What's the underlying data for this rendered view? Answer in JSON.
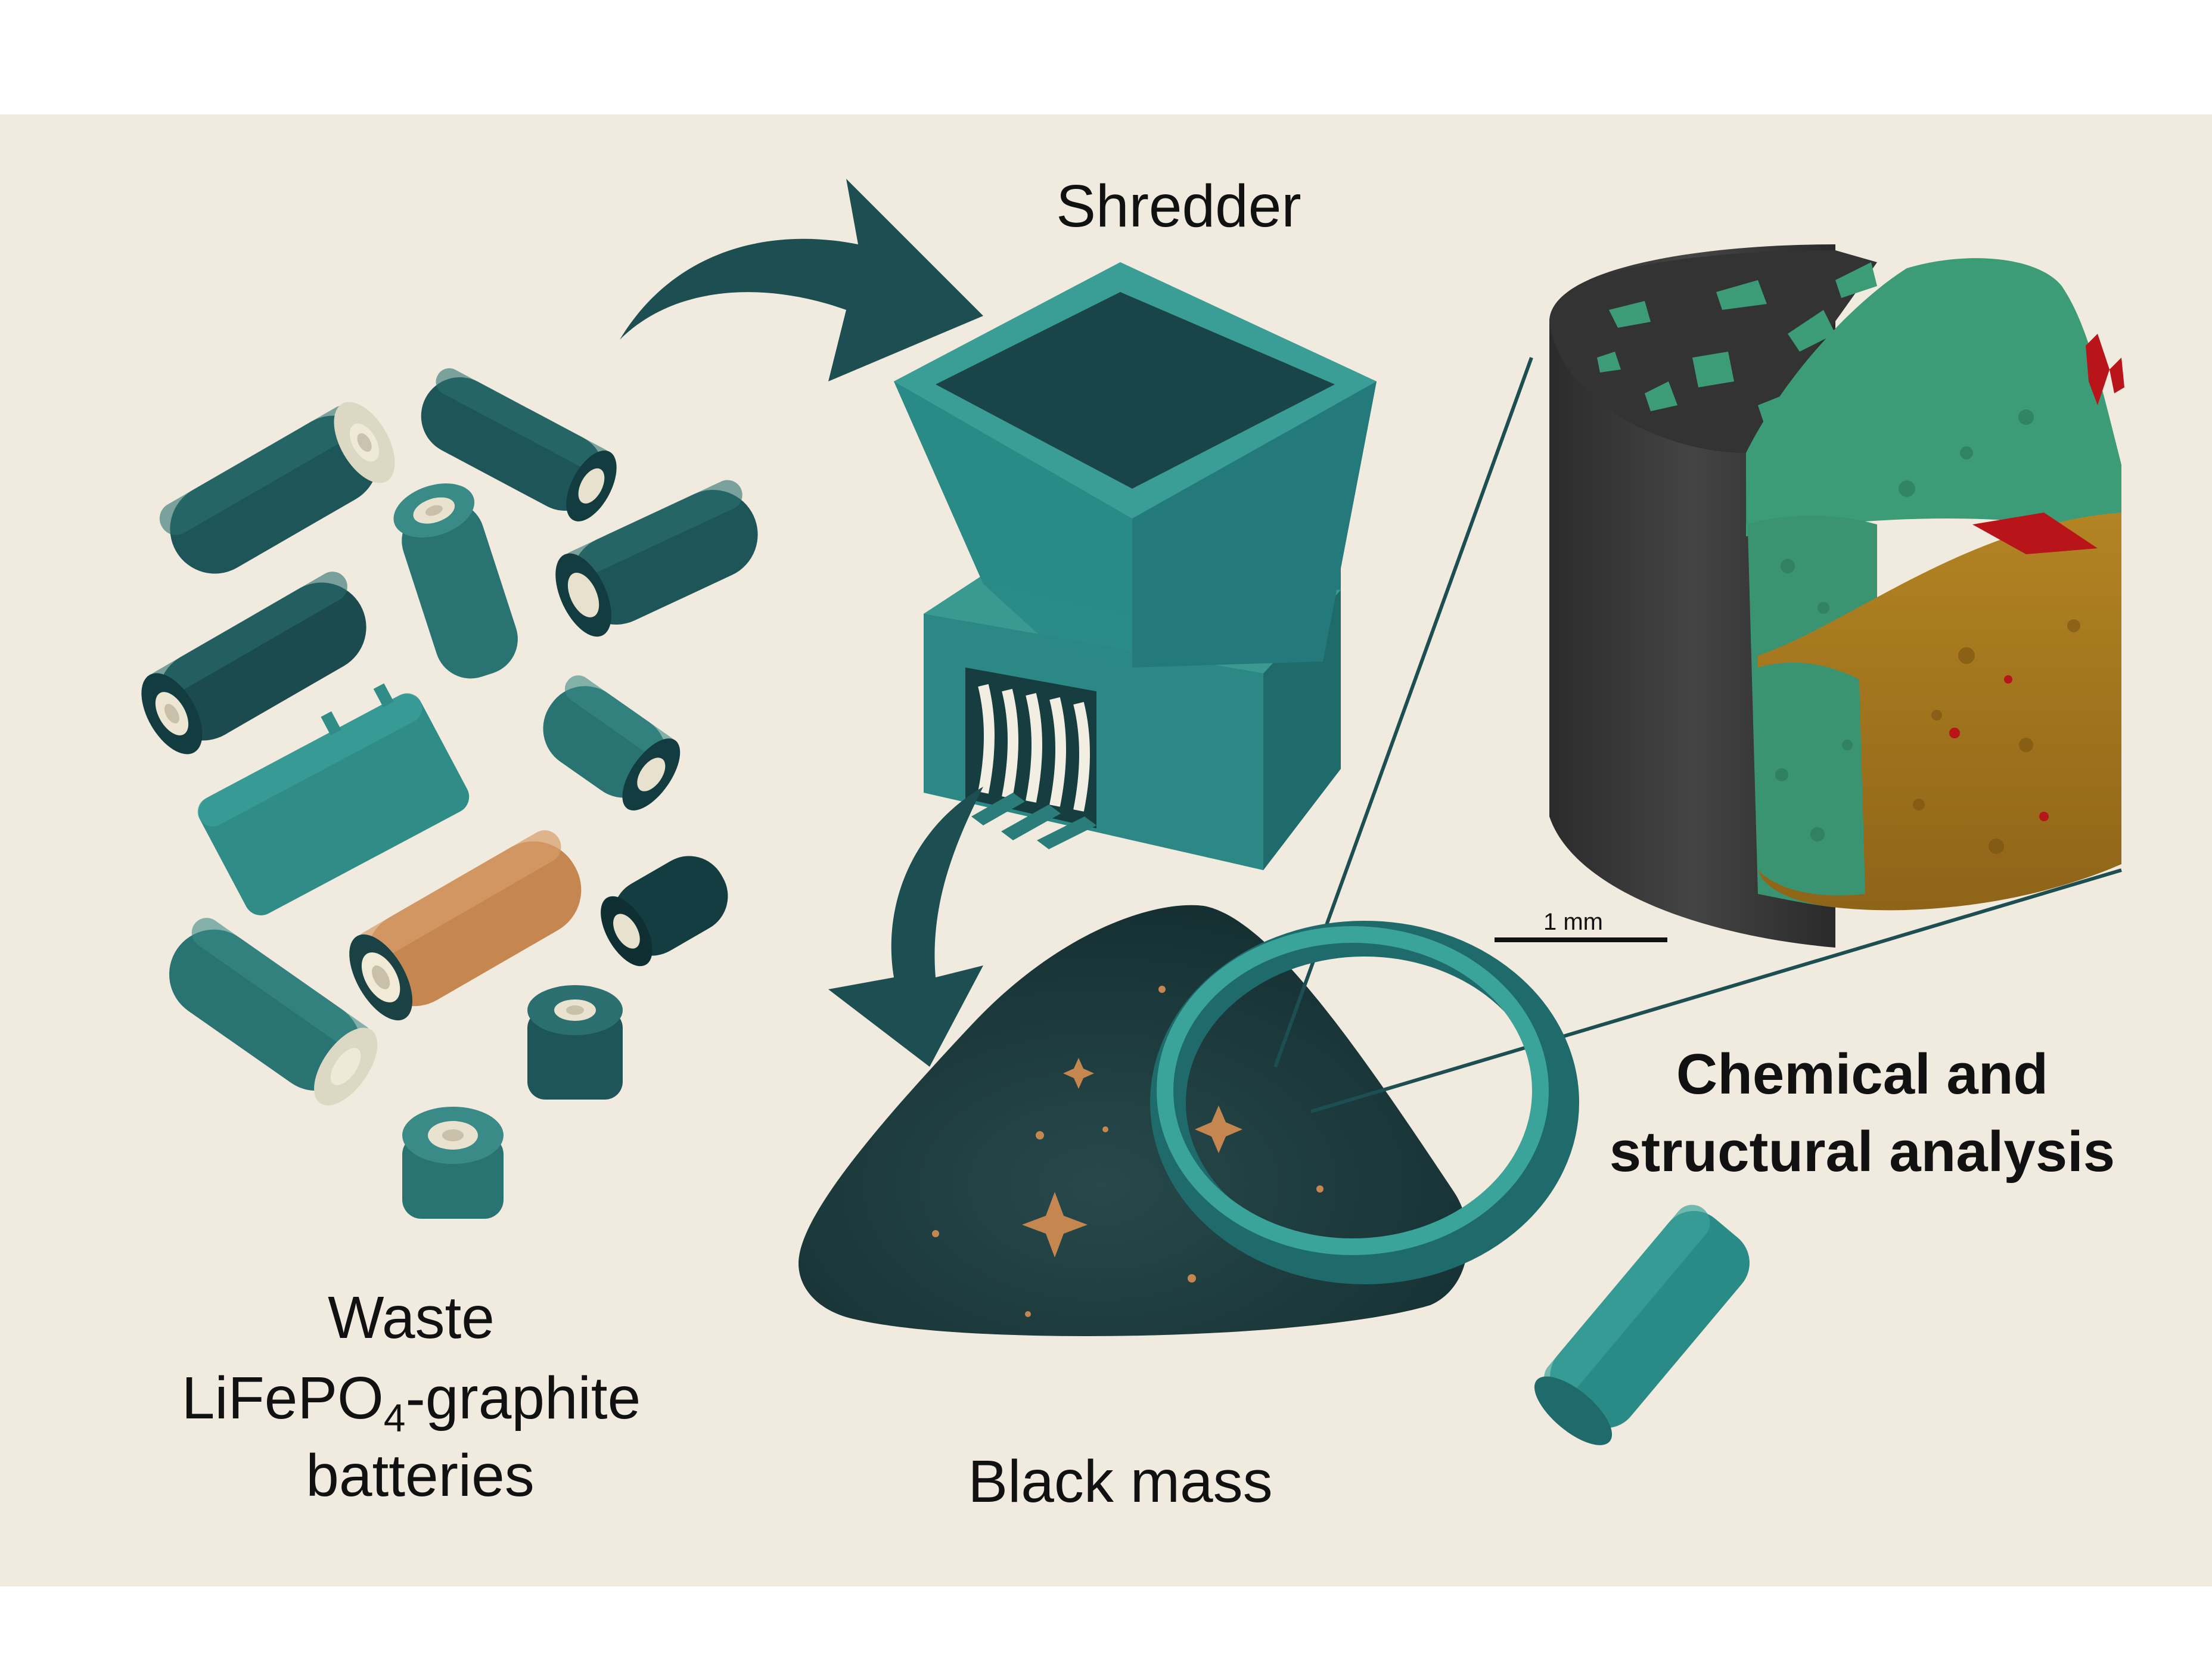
{
  "labels": {
    "shredder": "Shredder",
    "waste_line1": "Waste",
    "waste_line2_prefix": "LiFePO",
    "waste_line2_subscript": "4",
    "waste_line2_suffix": "-graphite",
    "waste_line3": "batteries",
    "black_mass": "Black mass",
    "analysis_line1": "Chemical and",
    "analysis_line2": "structural analysis",
    "scale_bar": "1 mm"
  },
  "colors": {
    "background": "#f1ebdf",
    "teal_dark": "#1c4e52",
    "teal": "#2a7d7a",
    "teal_light": "#3a9a92",
    "copper": "#c68650",
    "black_mass": "#1f3a3c",
    "sample_gray": "#3a3a3a",
    "sample_green": "#3d9c78",
    "sample_ochre": "#a97a24",
    "sample_red": "#b8141a"
  },
  "icons": [
    "battery-icon",
    "shredder-icon",
    "arrow-icon",
    "powder-pile-icon",
    "magnifier-icon",
    "sample-cylinder-icon"
  ]
}
